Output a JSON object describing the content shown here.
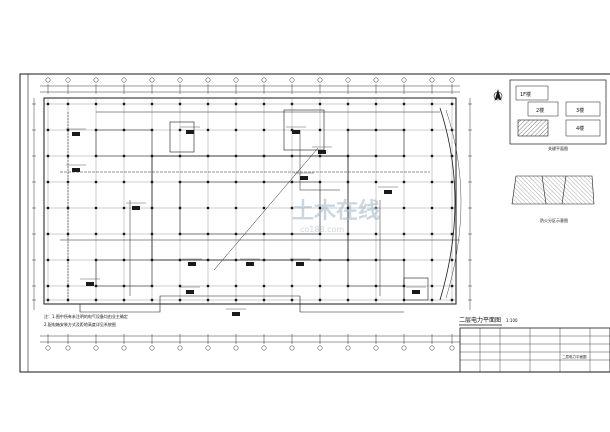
{
  "drawing": {
    "plan_title": "二层电力平面图",
    "plan_scale": "1:100",
    "notes": [
      "注：1.图中所有未注明的电气设备均由业主确定",
      "2.配电箱安装方式及距地高度详见系统图"
    ]
  },
  "key_plan": {
    "zones": [
      "1F楼",
      "2楼",
      "3楼",
      "4楼"
    ],
    "caption": "关键平面图"
  },
  "zone_plan": {
    "caption": "防火分区示意图"
  },
  "title_block": {
    "drawing_name": "二层电力平面图"
  },
  "watermark": {
    "text": "土木在线",
    "subtext": "co188.com"
  },
  "colors": {
    "line": "#1a1a1a",
    "grid_line": "#333333",
    "background": "#ffffff",
    "hatch": "#444444",
    "watermark": "#9fb8cc"
  }
}
